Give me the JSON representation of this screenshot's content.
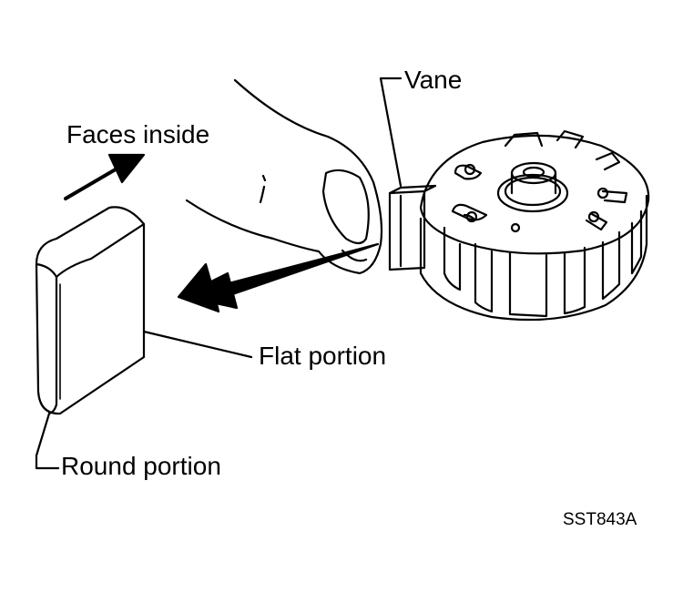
{
  "labels": {
    "vane": "Vane",
    "faces_inside": "Faces inside",
    "flat_portion": "Flat portion",
    "round_portion": "Round portion"
  },
  "figure_code": "SST843A",
  "colors": {
    "ink": "#000000",
    "paper": "#ffffff"
  }
}
